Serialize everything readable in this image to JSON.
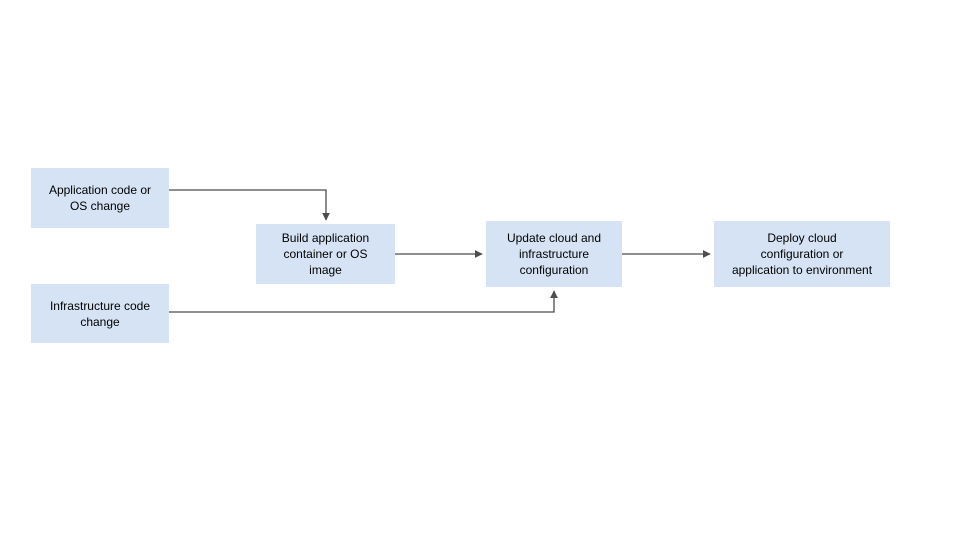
{
  "diagram": {
    "type": "flowchart",
    "orientation": "left-to-right",
    "background_color": "#ffffff",
    "node_fill_color": "#d6e3f4",
    "node_text_color": "#000000",
    "edge_color": "#4d4d4d",
    "nodes": [
      {
        "id": "app-change",
        "label": "Application code or\nOS change",
        "role": "input"
      },
      {
        "id": "infra-change",
        "label": "Infrastructure code\nchange",
        "role": "input"
      },
      {
        "id": "build-image",
        "label": "Build application\ncontainer or OS\nimage",
        "role": "process"
      },
      {
        "id": "update-config",
        "label": "Update cloud and\ninfrastructure\nconfiguration",
        "role": "process"
      },
      {
        "id": "deploy",
        "label": "Deploy cloud\nconfiguration or\napplication to environment",
        "role": "process"
      }
    ],
    "edges": [
      {
        "id": "app-to-build",
        "from": "app-change",
        "to": "build-image",
        "style": "elbow-down",
        "arrow": true
      },
      {
        "id": "build-to-update",
        "from": "build-image",
        "to": "update-config",
        "style": "straight",
        "arrow": true
      },
      {
        "id": "infra-to-update",
        "from": "infra-change",
        "to": "update-config",
        "style": "elbow-up",
        "arrow": true
      },
      {
        "id": "update-to-deploy",
        "from": "update-config",
        "to": "deploy",
        "style": "straight",
        "arrow": true
      }
    ]
  }
}
